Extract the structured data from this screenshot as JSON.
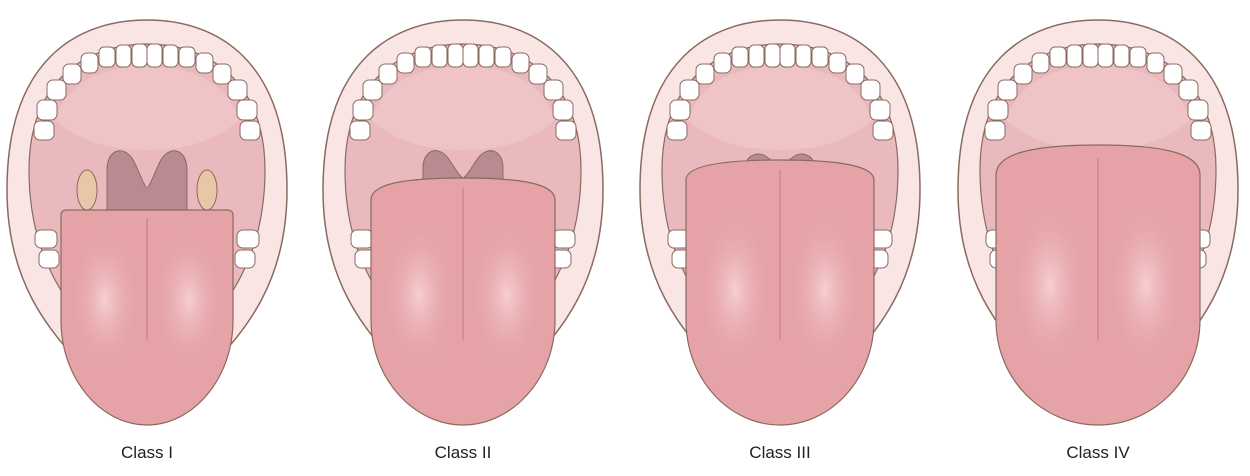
{
  "panels": [
    {
      "label": "Class I",
      "visible": [
        "soft-palate",
        "uvula",
        "tonsillar-pillars",
        "fauces"
      ]
    },
    {
      "label": "Class II",
      "visible": [
        "soft-palate",
        "uvula-base",
        "fauces"
      ]
    },
    {
      "label": "Class III",
      "visible": [
        "soft-palate",
        "uvula-base"
      ]
    },
    {
      "label": "Class IV",
      "visible": [
        "hard-palate"
      ]
    }
  ],
  "colors": {
    "lip": "#f9e6e4",
    "outline": "#8a6a5e",
    "palate": "#eec4c6",
    "throat": "#e9b9bd",
    "teeth": "#ffffff",
    "tongue": "#e5a3a8",
    "tongue_highlight": "#f3c7ca",
    "pharynx": "#b98a91",
    "tonsil": "#eac6a8"
  },
  "icons": [
    "mouth-icon",
    "tooth-icon",
    "tongue-icon",
    "uvula-icon",
    "tonsil-icon"
  ]
}
